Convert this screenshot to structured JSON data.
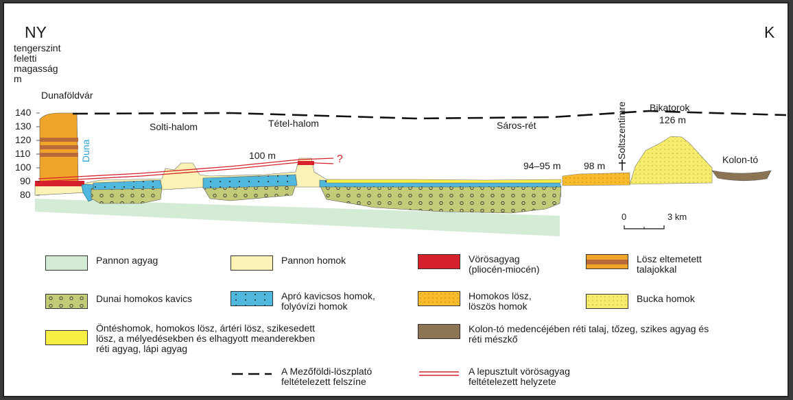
{
  "header": {
    "west": "NY",
    "east": "K",
    "axis_title_lines": [
      "tengerszint",
      "feletti",
      "magasság",
      "m"
    ]
  },
  "y_ticks": [
    "140",
    "130",
    "120",
    "110",
    "100",
    "90",
    "80"
  ],
  "places": {
    "dunafoldvar": "Dunaföldvár",
    "duna": "Duna",
    "solti_halom": "Solti-halom",
    "tetel_halom": "Tétel-halom",
    "saros_ret": "Sáros-rét",
    "soltszentimre": "Soltszentimre",
    "bikatorok": "Bikatorok",
    "kolon_to": "Kolon-tó"
  },
  "elevations": {
    "tetel": "100 m",
    "question": "?",
    "saros": "94–95 m",
    "east_plain": "98 m",
    "bikatorok": "126 m"
  },
  "scale": {
    "zero": "0",
    "label": "3 km"
  },
  "legend": [
    {
      "id": "pannon-agyag",
      "text": "Pannon agyag",
      "color": "#d4ebd6",
      "pattern": "none"
    },
    {
      "id": "pannon-homok",
      "text": "Pannon homok",
      "color": "#fbf2b5",
      "pattern": "none"
    },
    {
      "id": "vorosagyag",
      "text": "Vörösagyag\n(pliocén-miocén)",
      "color": "#d6202b",
      "pattern": "none"
    },
    {
      "id": "losz-talaj",
      "text": "Lösz eltemetett\ntalajokkal",
      "color": "#f0a42a",
      "pattern": "bands"
    },
    {
      "id": "dunai-kavics",
      "text": "Dunai homokos kavics",
      "color": "#c3cb78",
      "pattern": "circles"
    },
    {
      "id": "apro-kavicsos",
      "text": "Apró kavicsos homok,\nfolyóvízi homok",
      "color": "#4fb8dc",
      "pattern": "dots"
    },
    {
      "id": "homokos-losz",
      "text": "Homokos lösz,\nlöszös homok",
      "color": "#f7bb2c",
      "pattern": "dots"
    },
    {
      "id": "bucka-homok",
      "text": "Bucka homok",
      "color": "#f8ec6c",
      "pattern": "dots"
    },
    {
      "id": "onteshomok",
      "text": "Öntéshomok, homokos lösz, ártéri lösz, szikesedett\nlösz, a mélyedésekben és elhagyott meanderekben\nréti agyag, lápi agyag",
      "color": "#f9ee44",
      "pattern": "none"
    },
    {
      "id": "kolon-to-medence",
      "text": "Kolon-tó medencéjében réti talaj, tőzeg, szikes agyag és\nréti mészkő",
      "color": "#8b7454",
      "pattern": "none"
    },
    {
      "id": "loszplato",
      "text": "A Mezőföldi-löszplató\nfeltételezett felszíne",
      "color": "#111111",
      "pattern": "dashed-line"
    },
    {
      "id": "lepusztult",
      "text": "A lepusztult vörösagyag\nfeltételezett helyzete",
      "color": "#d6202b",
      "pattern": "double-line"
    }
  ]
}
